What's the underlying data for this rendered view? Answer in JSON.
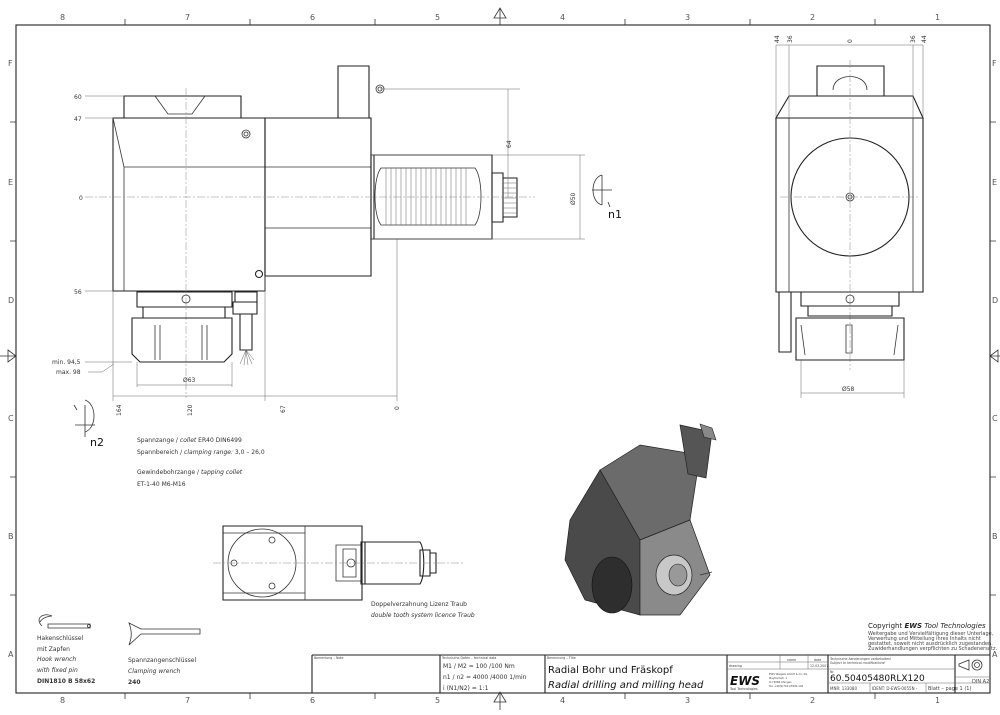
{
  "frame": {
    "columns": [
      "8",
      "7",
      "6",
      "5",
      "4",
      "3",
      "2",
      "1"
    ],
    "rows": [
      "F",
      "E",
      "D",
      "C",
      "B",
      "A"
    ]
  },
  "front_view": {
    "dims_left": [
      "60",
      "47",
      "0",
      "56",
      "min. 94,5",
      "max. 98"
    ],
    "dims_bottom": [
      "164",
      "120",
      "67",
      "0"
    ],
    "dim_64": "64",
    "dim_d50": "Ø50",
    "dim_d63": "Ø63",
    "rotation_n1": "n1",
    "rotation_n2": "n2"
  },
  "side_view": {
    "dims_top": [
      "44",
      "36",
      "0",
      "36",
      "44"
    ],
    "dim_d58": "Ø58"
  },
  "notes": {
    "collet_de": "Spannzange /",
    "collet_en": "collet",
    "collet_spec": "ER40   DIN6499",
    "range_de": "Spannbereich /",
    "range_en": "clamping range:",
    "range_val": "3,0 – 26,0",
    "tapping_de": "Gewindebohrzange /",
    "tapping_en": "tapping collet",
    "tapping_spec": "ET-1-40   M6-M16",
    "tooth_de": "Doppelverzahnung Lizenz Traub",
    "tooth_en": "double tooth system licence Traub"
  },
  "wrenches": {
    "hook_de1": "Hakenschlüssel",
    "hook_de2": "mit Zapfen",
    "hook_en1": "Hook wrench",
    "hook_en2": "with fixed pin",
    "hook_spec": "DIN1810 B 58x62",
    "clamp_de": "Spannzangenschlüssel",
    "clamp_en": "Clamping wrench",
    "clamp_spec": "240"
  },
  "copyright": {
    "line1_pre": "Copyright ",
    "line1_brand": "EWS",
    "line1_post": " Tool Technologies",
    "line2": "Weitergabe und Vervielfältigung dieser Unterlage,",
    "line3": "Verwertung und Mitteilung ihres Inhalts nicht",
    "line4": "gestattet, soweit nicht ausdrücklich zugestanden.",
    "line5": "Zuwiderhandlungen verpflichten zu Schadenersatz."
  },
  "title_block": {
    "note_label": "Bemerkung – Note",
    "tech_label": "Technische Daten – technical data",
    "torque": "M1 / M2 = 100 /100 Nm",
    "speed": "n1 / n2 = 4000 /4000  1/min",
    "ratio": "i  (N1/N2) = 1:1",
    "title_label": "Benennung – Title",
    "title_de": "Radial Bohr und Fräskopf",
    "title_en": "Radial drilling and milling head",
    "name_header": "name",
    "date_header": "date",
    "drawing_label": "drawing",
    "date_value": "12.03.2007",
    "logo": "EWS",
    "logo_sub": "Tool Technologies",
    "company1": "EWS Weigele GmbH & Co. KG",
    "company2": "Maybachstr. 1",
    "company3": "D-73066 Uhingen",
    "company4": "Tel. +49(0)7161/3930-100",
    "changes_de": "Technische Aenderungen vorbehalten!",
    "changes_en": "Subject to technical modifications!",
    "nr_label": "Nr.",
    "part_number": "60.50405480RLX120",
    "din": "DIN A2",
    "mnr": "MNR: 133080",
    "ident": "IDENT: D-EWS-0055N -",
    "sheet": "Blatt – page  1 (1)"
  }
}
